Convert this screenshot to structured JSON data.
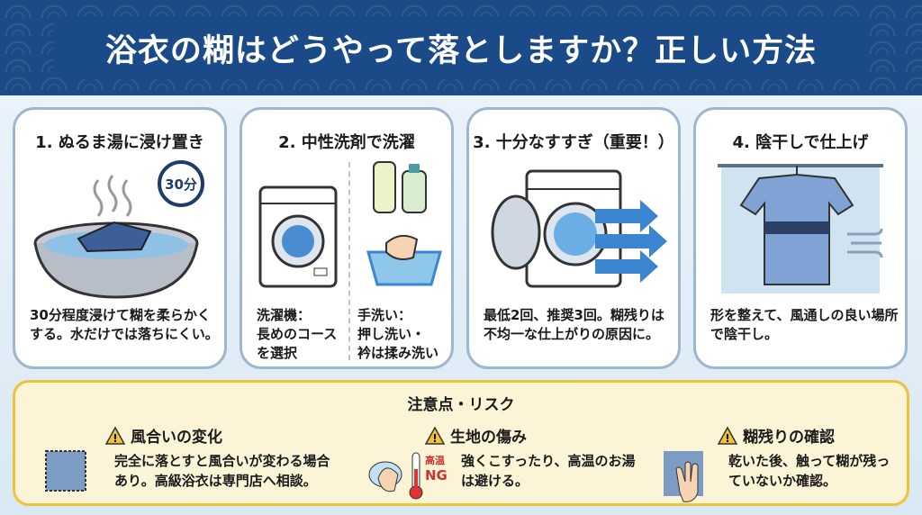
{
  "title": "浴衣の糊はどうやって落としますか？正しい方法",
  "steps": [
    {
      "title": "1. ぬるま湯に浸け置き",
      "timer": "30分",
      "desc": "30分程度浸けて糊を柔らかくする。水だけでは落ちにくい。"
    },
    {
      "title": "2. 中性洗剤で洗濯",
      "machine": "洗濯機：\n長めのコース\nを選択",
      "hand": "手洗い：\n押し洗い・\n衿は揉み洗い"
    },
    {
      "title": "3. 十分なすすぎ（重要！）",
      "desc": "最低2回、推奨3回。糊残りは不均一な仕上がりの原因に。"
    },
    {
      "title": "4. 陰干しで仕上げ",
      "desc": "形を整えて、風通しの良い場所で陰干し。"
    }
  ],
  "warnings": {
    "title": "注意点・リスク",
    "items": [
      {
        "head": "風合いの変化",
        "text": "完全に落とすと風合いが変わる場合あり。高級浴衣は専門店へ相談。"
      },
      {
        "head": "生地の傷み",
        "badge_top": "高温",
        "badge_bottom": "NG",
        "text": "強くこすったり、高温のお湯は避ける。"
      },
      {
        "head": "糊残りの確認",
        "text": "乾いた後、触って糊が残っていないか確認。"
      }
    ]
  },
  "colors": {
    "header": "#1c4a86",
    "card_border": "#9fb7ce",
    "warn_bg": "#fbf4d6",
    "warn_border": "#e9c43c",
    "accent": "#3a86d0"
  }
}
